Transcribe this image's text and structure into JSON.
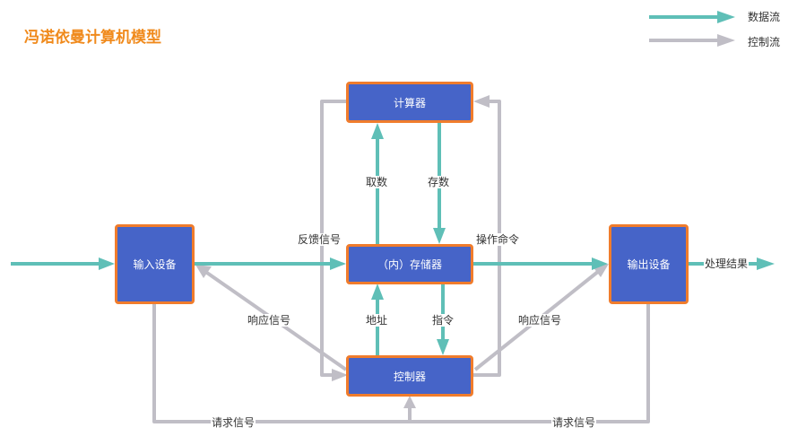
{
  "title": "冯诺依曼计算机模型",
  "legend": [
    {
      "label": "数据流",
      "color": "#5fbfb7"
    },
    {
      "label": "控制流",
      "color": "#c0bec6"
    }
  ],
  "colors": {
    "box_fill": "#4664c8",
    "box_border": "#f07c2c",
    "data_flow": "#5fbfb7",
    "control_flow": "#c0bec6",
    "title": "#f08a1c"
  },
  "nodes": {
    "alu": "计算器",
    "memory": "（内）存储器",
    "controller": "控制器",
    "input": "输入设备",
    "output": "输出设备"
  },
  "edge_labels": {
    "fetch": "取数",
    "store": "存数",
    "address": "地址",
    "instruction": "指令",
    "feedback": "反馈信号",
    "operation": "操作命令",
    "response_left": "响应信号",
    "response_right": "响应信号",
    "request_left": "请求信号",
    "request_right": "请求信号",
    "result": "处理结果"
  }
}
